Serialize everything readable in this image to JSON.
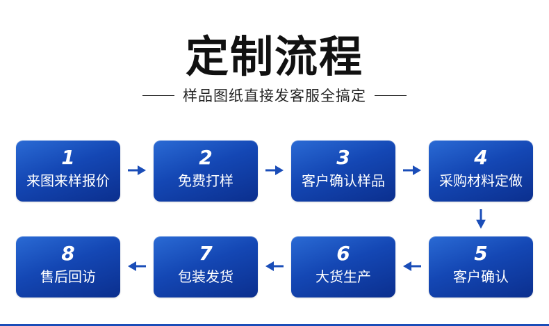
{
  "title": "定制流程",
  "subtitle": "样品图纸直接发客服全搞定",
  "steps": [
    {
      "num": "1",
      "label": "来图来样报价"
    },
    {
      "num": "2",
      "label": "免费打样"
    },
    {
      "num": "3",
      "label": "客户确认样品"
    },
    {
      "num": "4",
      "label": "采购材料定做"
    },
    {
      "num": "5",
      "label": "客户确认"
    },
    {
      "num": "6",
      "label": "大货生产"
    },
    {
      "num": "7",
      "label": "包装发货"
    },
    {
      "num": "8",
      "label": "售后回访"
    }
  ],
  "colors": {
    "box_top": "#2a6ad4",
    "box_bottom": "#0b2f8e",
    "arrow": "#1a4db8",
    "text": "#111111"
  }
}
